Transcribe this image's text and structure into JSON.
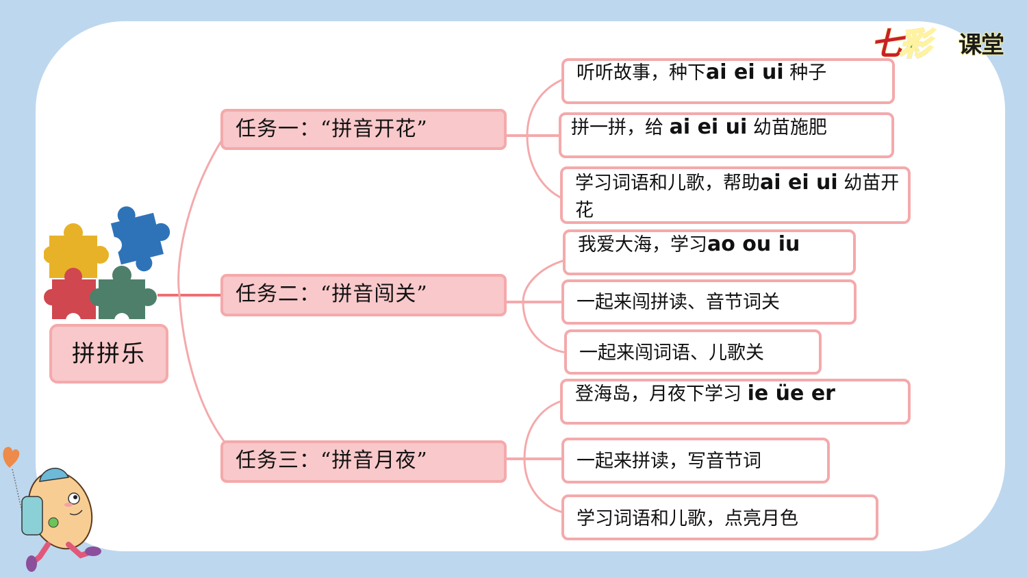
{
  "logo": {
    "brand_part1": "七",
    "brand_part2": "彩",
    "brand_part3": "课堂"
  },
  "colors": {
    "background": "#bdd7ee",
    "card": "#ffffff",
    "node_fill": "#f8c8ca",
    "node_border": "#f4a9ab",
    "connector": "#f4a9ab",
    "root_connector": "#ee6e73"
  },
  "mindmap": {
    "root": {
      "label": "拼拼乐",
      "icon": "puzzle-pieces-icon"
    },
    "tasks": [
      {
        "label": "任务一：“拼音开花”",
        "items": [
          {
            "text": "听听故事，种下",
            "pinyin": "ai  ei  ui",
            "text_after": "种子"
          },
          {
            "text": "拼一拼，给 ",
            "pinyin": "ai  ei  ui",
            "text_after": "幼苗施肥"
          },
          {
            "text": "学习词语和儿歌，帮助",
            "pinyin": "ai  ei  ui",
            "text_after": "幼苗开花"
          }
        ]
      },
      {
        "label": "任务二：“拼音闯关”",
        "items": [
          {
            "text": "我爱大海，学习",
            "pinyin": "ao  ou  iu",
            "text_after": ""
          },
          {
            "text": "一起来闯拼读、音节词关",
            "pinyin": "",
            "text_after": ""
          },
          {
            "text": "一起来闯词语、儿歌关",
            "pinyin": "",
            "text_after": ""
          }
        ]
      },
      {
        "label": "任务三：“拼音月夜”",
        "items": [
          {
            "text": "登海岛，月夜下学习  ",
            "pinyin": "ie  üe  er",
            "text_after": ""
          },
          {
            "text": "一起来拼读，写音节词",
            "pinyin": "",
            "text_after": ""
          },
          {
            "text": "学习词语和儿歌，点亮月色",
            "pinyin": "",
            "text_after": ""
          }
        ]
      }
    ]
  },
  "decorations": {
    "mascot": "egg-mascot-with-balloon"
  }
}
